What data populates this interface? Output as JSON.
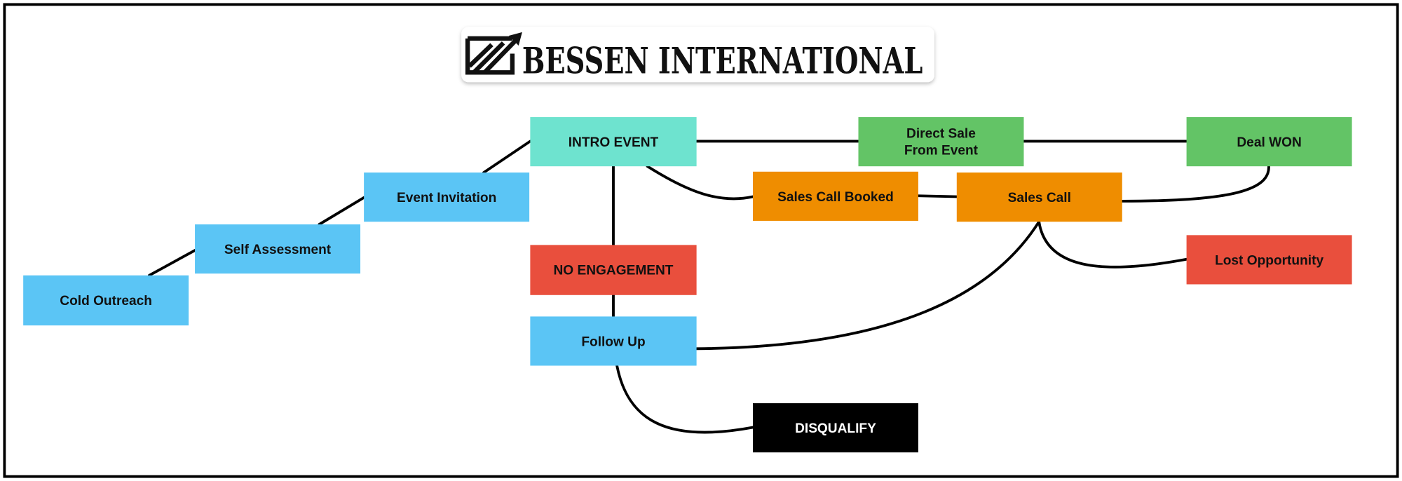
{
  "logo": {
    "text": "BESSEN INTERNATIONAL",
    "icon": "chart-arrow-icon"
  },
  "colors": {
    "blue": "#5BC5F5",
    "teal": "#6EE3CF",
    "red": "#E94F3D",
    "green": "#63C466",
    "orange": "#EF8D00",
    "black": "#000000"
  },
  "nodes": {
    "cold_outreach": "Cold Outreach",
    "self_assessment": "Self Assessment",
    "event_invitation": "Event Invitation",
    "intro_event": "INTRO EVENT",
    "no_engagement": "NO ENGAGEMENT",
    "follow_up": "Follow Up",
    "disqualify": "DISQUALIFY",
    "direct_sale_line1": "Direct Sale",
    "direct_sale_line2": "From Event",
    "deal_won": "Deal WON",
    "sales_call_booked": "Sales Call Booked",
    "sales_call": "Sales Call",
    "lost_opportunity": "Lost Opportunity"
  }
}
